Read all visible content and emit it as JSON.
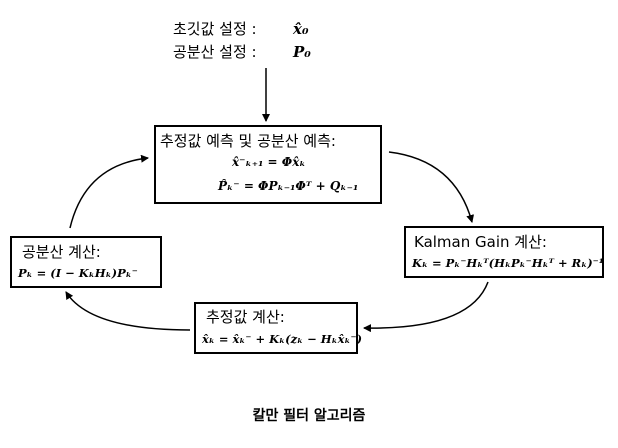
{
  "init": {
    "row1_label": "초깃값 설정 :",
    "row1_symbol": "x̂₀",
    "row2_label": "공분산 설정 :",
    "row2_symbol": "P₀"
  },
  "predict": {
    "title": "추정값 예측 및 공분산 예측:",
    "eq1": "x̂⁻ₖ₊₁ = Φx̂ₖ",
    "eq2": "P̂ₖ⁻ = ΦPₖ₋₁Φᵀ + Qₖ₋₁"
  },
  "gain": {
    "title": "Kalman Gain 계산:",
    "eq": "Kₖ = Pₖ⁻Hₖᵀ(HₖPₖ⁻Hₖᵀ + Rₖ)⁻¹"
  },
  "update": {
    "title": "추정값 계산:",
    "eq": "x̂ₖ = x̂ₖ⁻ + Kₖ(zₖ − Hₖx̂ₖ⁻)"
  },
  "covariance": {
    "title": "공분산 계산:",
    "eq": "Pₖ = (I − KₖHₖ)Pₖ⁻"
  },
  "caption": "칼만 필터 알고리즘"
}
